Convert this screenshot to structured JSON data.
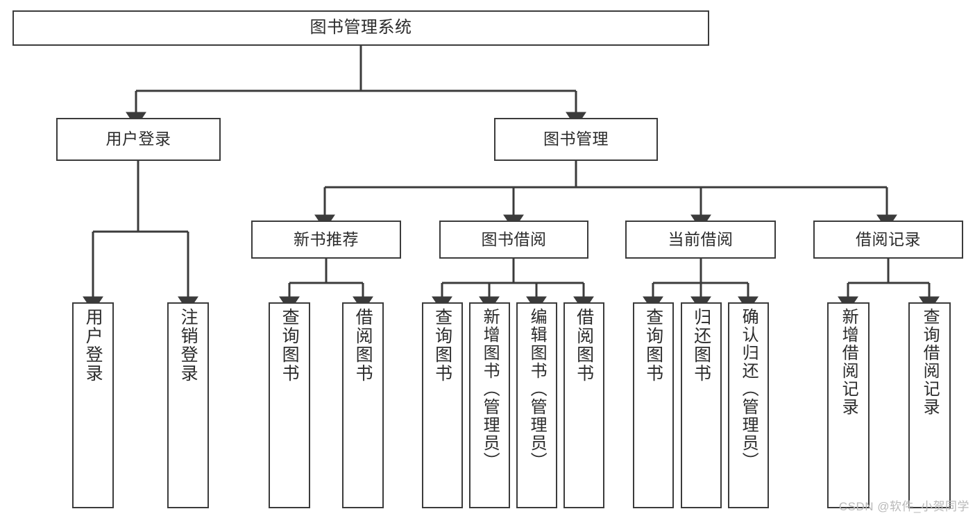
{
  "diagram": {
    "type": "tree",
    "title": "图书管理系统",
    "root": {
      "label": "图书管理系统"
    },
    "level2": [
      {
        "label": "用户登录"
      },
      {
        "label": "图书管理"
      }
    ],
    "level3": [
      {
        "label": "新书推荐"
      },
      {
        "label": "图书借阅"
      },
      {
        "label": "当前借阅"
      },
      {
        "label": "借阅记录"
      }
    ],
    "leaves": {
      "user_login": [
        {
          "label": "用户登录"
        },
        {
          "label": "注销登录"
        }
      ],
      "new_book_rec": [
        {
          "label": "查询图书"
        },
        {
          "label": "借阅图书"
        }
      ],
      "book_borrow": [
        {
          "label": "查询图书"
        },
        {
          "label": "新增图书（管理员）"
        },
        {
          "label": "编辑图书（管理员）"
        },
        {
          "label": "借阅图书"
        }
      ],
      "current_borrow": [
        {
          "label": "查询图书"
        },
        {
          "label": "归还图书"
        },
        {
          "label": "确认归还（管理员）"
        }
      ],
      "borrow_record": [
        {
          "label": "新增借阅记录"
        },
        {
          "label": "查询借阅记录"
        }
      ]
    }
  },
  "watermark": {
    "text": "CSDN @软件_小贺同学"
  },
  "colors": {
    "stroke": "#3b3b3b",
    "text": "#2b2b2b",
    "background": "#ffffff",
    "watermark": "#b9b9b9"
  }
}
